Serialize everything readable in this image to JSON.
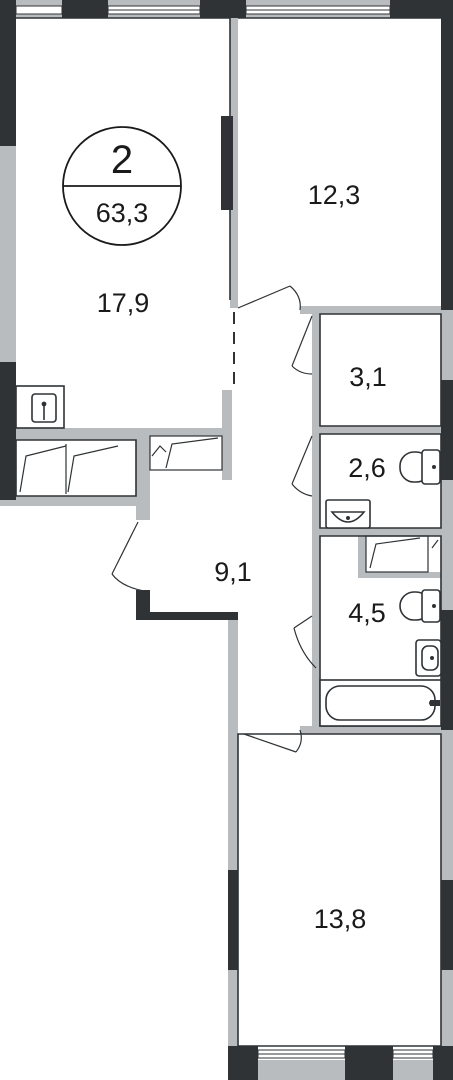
{
  "badge": {
    "rooms": "2",
    "total_area": "63,3"
  },
  "rooms": [
    {
      "id": "living",
      "area": "17,9"
    },
    {
      "id": "bedroom-top",
      "area": "12,3"
    },
    {
      "id": "storage",
      "area": "3,1"
    },
    {
      "id": "wc",
      "area": "2,6"
    },
    {
      "id": "hall",
      "area": "9,1"
    },
    {
      "id": "bathroom",
      "area": "4,5"
    },
    {
      "id": "bedroom-bottom",
      "area": "13,8"
    }
  ],
  "colors": {
    "wall": "#b9bcbf",
    "wall_dark": "#2f3336",
    "background": "#ffffff"
  }
}
